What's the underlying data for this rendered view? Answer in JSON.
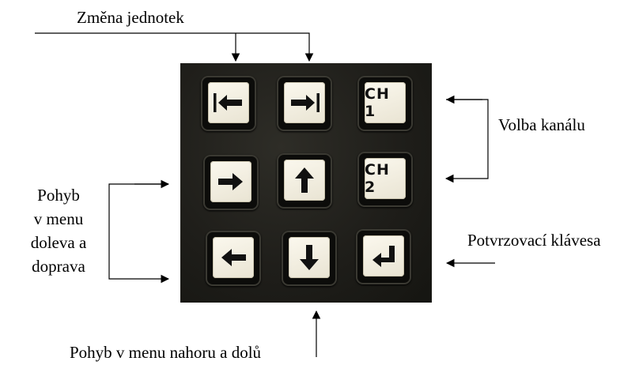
{
  "labels": {
    "units_change": "Změna jednotek",
    "channel_select": "Volba kanálu",
    "left_right_lines": [
      "Pohyb",
      "v menu",
      "doleva a",
      "doprava"
    ],
    "confirm_key": "Potvrzovací klávesa",
    "up_down": "Pohyb v menu nahoru a dolů"
  },
  "keypad": {
    "keys": [
      {
        "name": "key-bar-left",
        "icon": "bar-left-arrow-icon",
        "text": ""
      },
      {
        "name": "key-right-bar",
        "icon": "right-arrow-bar-icon",
        "text": ""
      },
      {
        "name": "key-ch1",
        "icon": "",
        "text": "CH 1"
      },
      {
        "name": "key-right",
        "icon": "right-arrow-icon",
        "text": ""
      },
      {
        "name": "key-up",
        "icon": "up-arrow-icon",
        "text": ""
      },
      {
        "name": "key-ch2",
        "icon": "",
        "text": "CH 2"
      },
      {
        "name": "key-left",
        "icon": "left-arrow-icon",
        "text": ""
      },
      {
        "name": "key-down",
        "icon": "down-arrow-icon",
        "text": ""
      },
      {
        "name": "key-enter",
        "icon": "enter-icon",
        "text": ""
      }
    ]
  },
  "colors": {
    "panel": "#1f1e1a",
    "key_face": "#f4f0e2",
    "ink": "#000000"
  }
}
